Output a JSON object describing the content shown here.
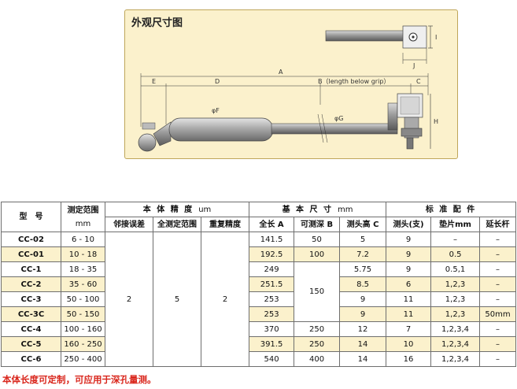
{
  "drawing": {
    "title": "外观尺寸图",
    "labels": {
      "A": "A",
      "B": "B（length below grip）",
      "C": "C",
      "D": "D",
      "E": "E",
      "F": "φF",
      "G": "φG",
      "H": "H",
      "I": "I",
      "J": "J"
    }
  },
  "table": {
    "header": {
      "model": "型　号",
      "range": "测定范围",
      "range_unit": "mm",
      "precision_group": "本 体 精 度",
      "precision_unit": "um",
      "size_group": "基 本 尺 寸",
      "size_unit": "mm",
      "acc_group": "标 准 配 件",
      "adjacent_error": "邻接误差",
      "full_range": "全测定范围",
      "repeat": "重复精度",
      "length_a": "全长 A",
      "depth_b": "可测深 B",
      "head_c": "测头高 C",
      "heads": "测头(支)",
      "shim": "垫片mm",
      "extension": "延长杆"
    },
    "merged": {
      "adjacent_error": "2",
      "full_range": "5",
      "repeat": "2",
      "depth_b_mid": "150"
    },
    "rows": [
      {
        "model": "CC-02",
        "range": "6 - 10",
        "a": "141.5",
        "b": "50",
        "c": "5",
        "heads": "9",
        "shim": "–",
        "ext": "–",
        "hl": false
      },
      {
        "model": "CC-01",
        "range": "10 - 18",
        "a": "192.5",
        "b": "100",
        "c": "7.2",
        "heads": "9",
        "shim": "0.5",
        "ext": "–",
        "hl": true
      },
      {
        "model": "CC-1",
        "range": "18 - 35",
        "a": "249",
        "b": "",
        "c": "5.75",
        "heads": "9",
        "shim": "0.5,1",
        "ext": "–",
        "hl": false
      },
      {
        "model": "CC-2",
        "range": "35 - 60",
        "a": "251.5",
        "b": "",
        "c": "8.5",
        "heads": "6",
        "shim": "1,2,3",
        "ext": "–",
        "hl": true
      },
      {
        "model": "CC-3",
        "range": "50 - 100",
        "a": "253",
        "b": "",
        "c": "9",
        "heads": "11",
        "shim": "1,2,3",
        "ext": "–",
        "hl": false
      },
      {
        "model": "CC-3C",
        "range": "50 - 150",
        "a": "253",
        "b": "",
        "c": "9",
        "heads": "11",
        "shim": "1,2,3",
        "ext": "50mm",
        "hl": true
      },
      {
        "model": "CC-4",
        "range": "100 - 160",
        "a": "370",
        "b": "250",
        "c": "12",
        "heads": "7",
        "shim": "1,2,3,4",
        "ext": "–",
        "hl": false
      },
      {
        "model": "CC-5",
        "range": "160 - 250",
        "a": "391.5",
        "b": "250",
        "c": "14",
        "heads": "10",
        "shim": "1,2,3,4",
        "ext": "–",
        "hl": true
      },
      {
        "model": "CC-6",
        "range": "250 - 400",
        "a": "540",
        "b": "400",
        "c": "14",
        "heads": "16",
        "shim": "1,2,3,4",
        "ext": "–",
        "hl": false
      }
    ]
  },
  "note": "本体长度可定制，可应用于深孔量测。",
  "colors": {
    "highlight": "#fbf1cc",
    "note": "#d9261c",
    "border": "#bfa65a"
  }
}
